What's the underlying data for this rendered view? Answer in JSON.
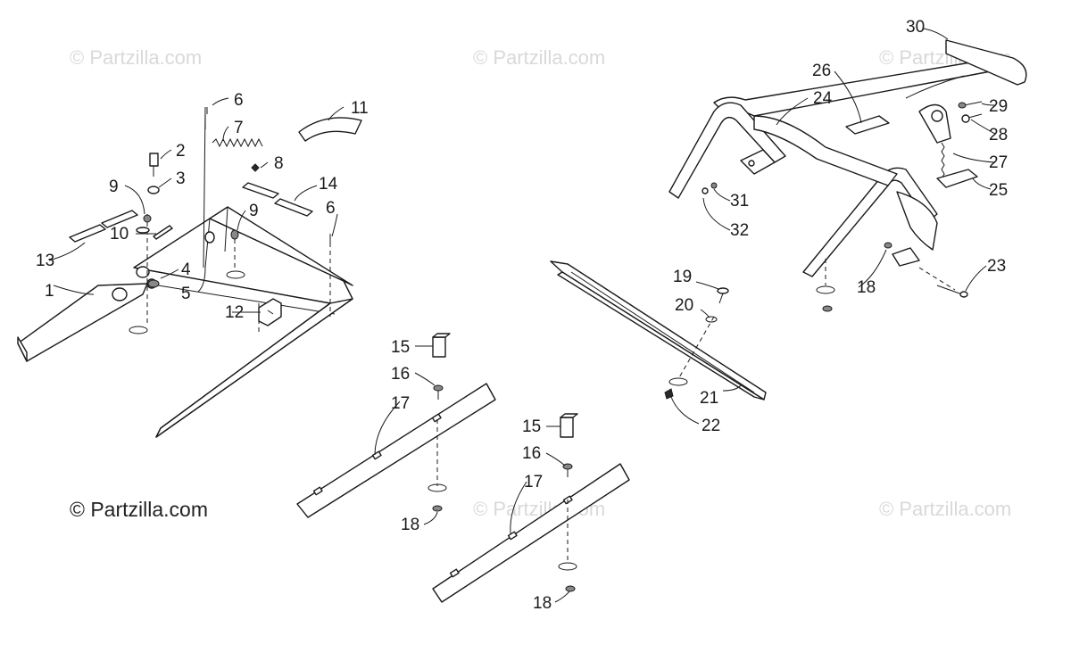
{
  "watermarks": {
    "faint": [
      "© Partzilla.com",
      "© Partzilla.com",
      "© Partzilla.com",
      "© Partzilla.com",
      "© Partzilla.com"
    ],
    "main": "© Partzilla.com"
  },
  "callouts": [
    "1",
    "2",
    "3",
    "4",
    "5",
    "6",
    "7",
    "8",
    "9",
    "10",
    "11",
    "12",
    "13",
    "14",
    "6",
    "9",
    "15",
    "16",
    "17",
    "18",
    "15",
    "16",
    "17",
    "18",
    "19",
    "20",
    "21",
    "22",
    "23",
    "18",
    "24",
    "25",
    "26",
    "27",
    "28",
    "29",
    "30",
    "31",
    "32"
  ]
}
